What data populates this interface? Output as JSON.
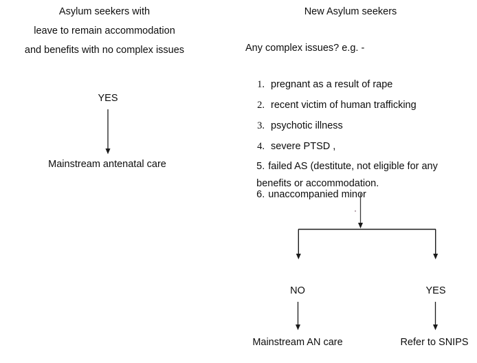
{
  "diagram": {
    "title": "Asylum seekers antenatal care pathway",
    "line_color": "#1a1a1a",
    "text_color": "#0d0d0d",
    "background": "#ffffff"
  },
  "left_branch": {
    "header_lines": [
      "Asylum seekers with",
      "leave to remain accommodation",
      "and benefits with no complex issues"
    ],
    "decision_label": "YES",
    "outcome": "Mainstream antenatal care",
    "arrow_name": "left-yes-arrow"
  },
  "right_branch": {
    "header": "New Asylum seekers",
    "question": "Any complex issues? e.g. -",
    "items": [
      {
        "number": "1.",
        "text": "pregnant as a result of rape"
      },
      {
        "number": "2.",
        "text": "recent victim of human trafficking"
      },
      {
        "number": "3.",
        "text": "psychotic illness"
      },
      {
        "number": "4.",
        "text": "severe PTSD ,"
      },
      {
        "number": "5.",
        "text": "failed AS (destitute, not eligible for any"
      },
      {
        "number": "",
        "text": "benefits or accommodation."
      },
      {
        "number": "6.",
        "text": "unaccompanied minor"
      }
    ],
    "split_arrow_name": "split-down-arrow",
    "branches": [
      {
        "label": "NO",
        "outcome": "Mainstream AN care",
        "arrow_name": "no-branch-arrow"
      },
      {
        "label": "YES",
        "outcome": "Refer to SNIPS",
        "arrow_name": "yes-branch-arrow"
      }
    ]
  }
}
